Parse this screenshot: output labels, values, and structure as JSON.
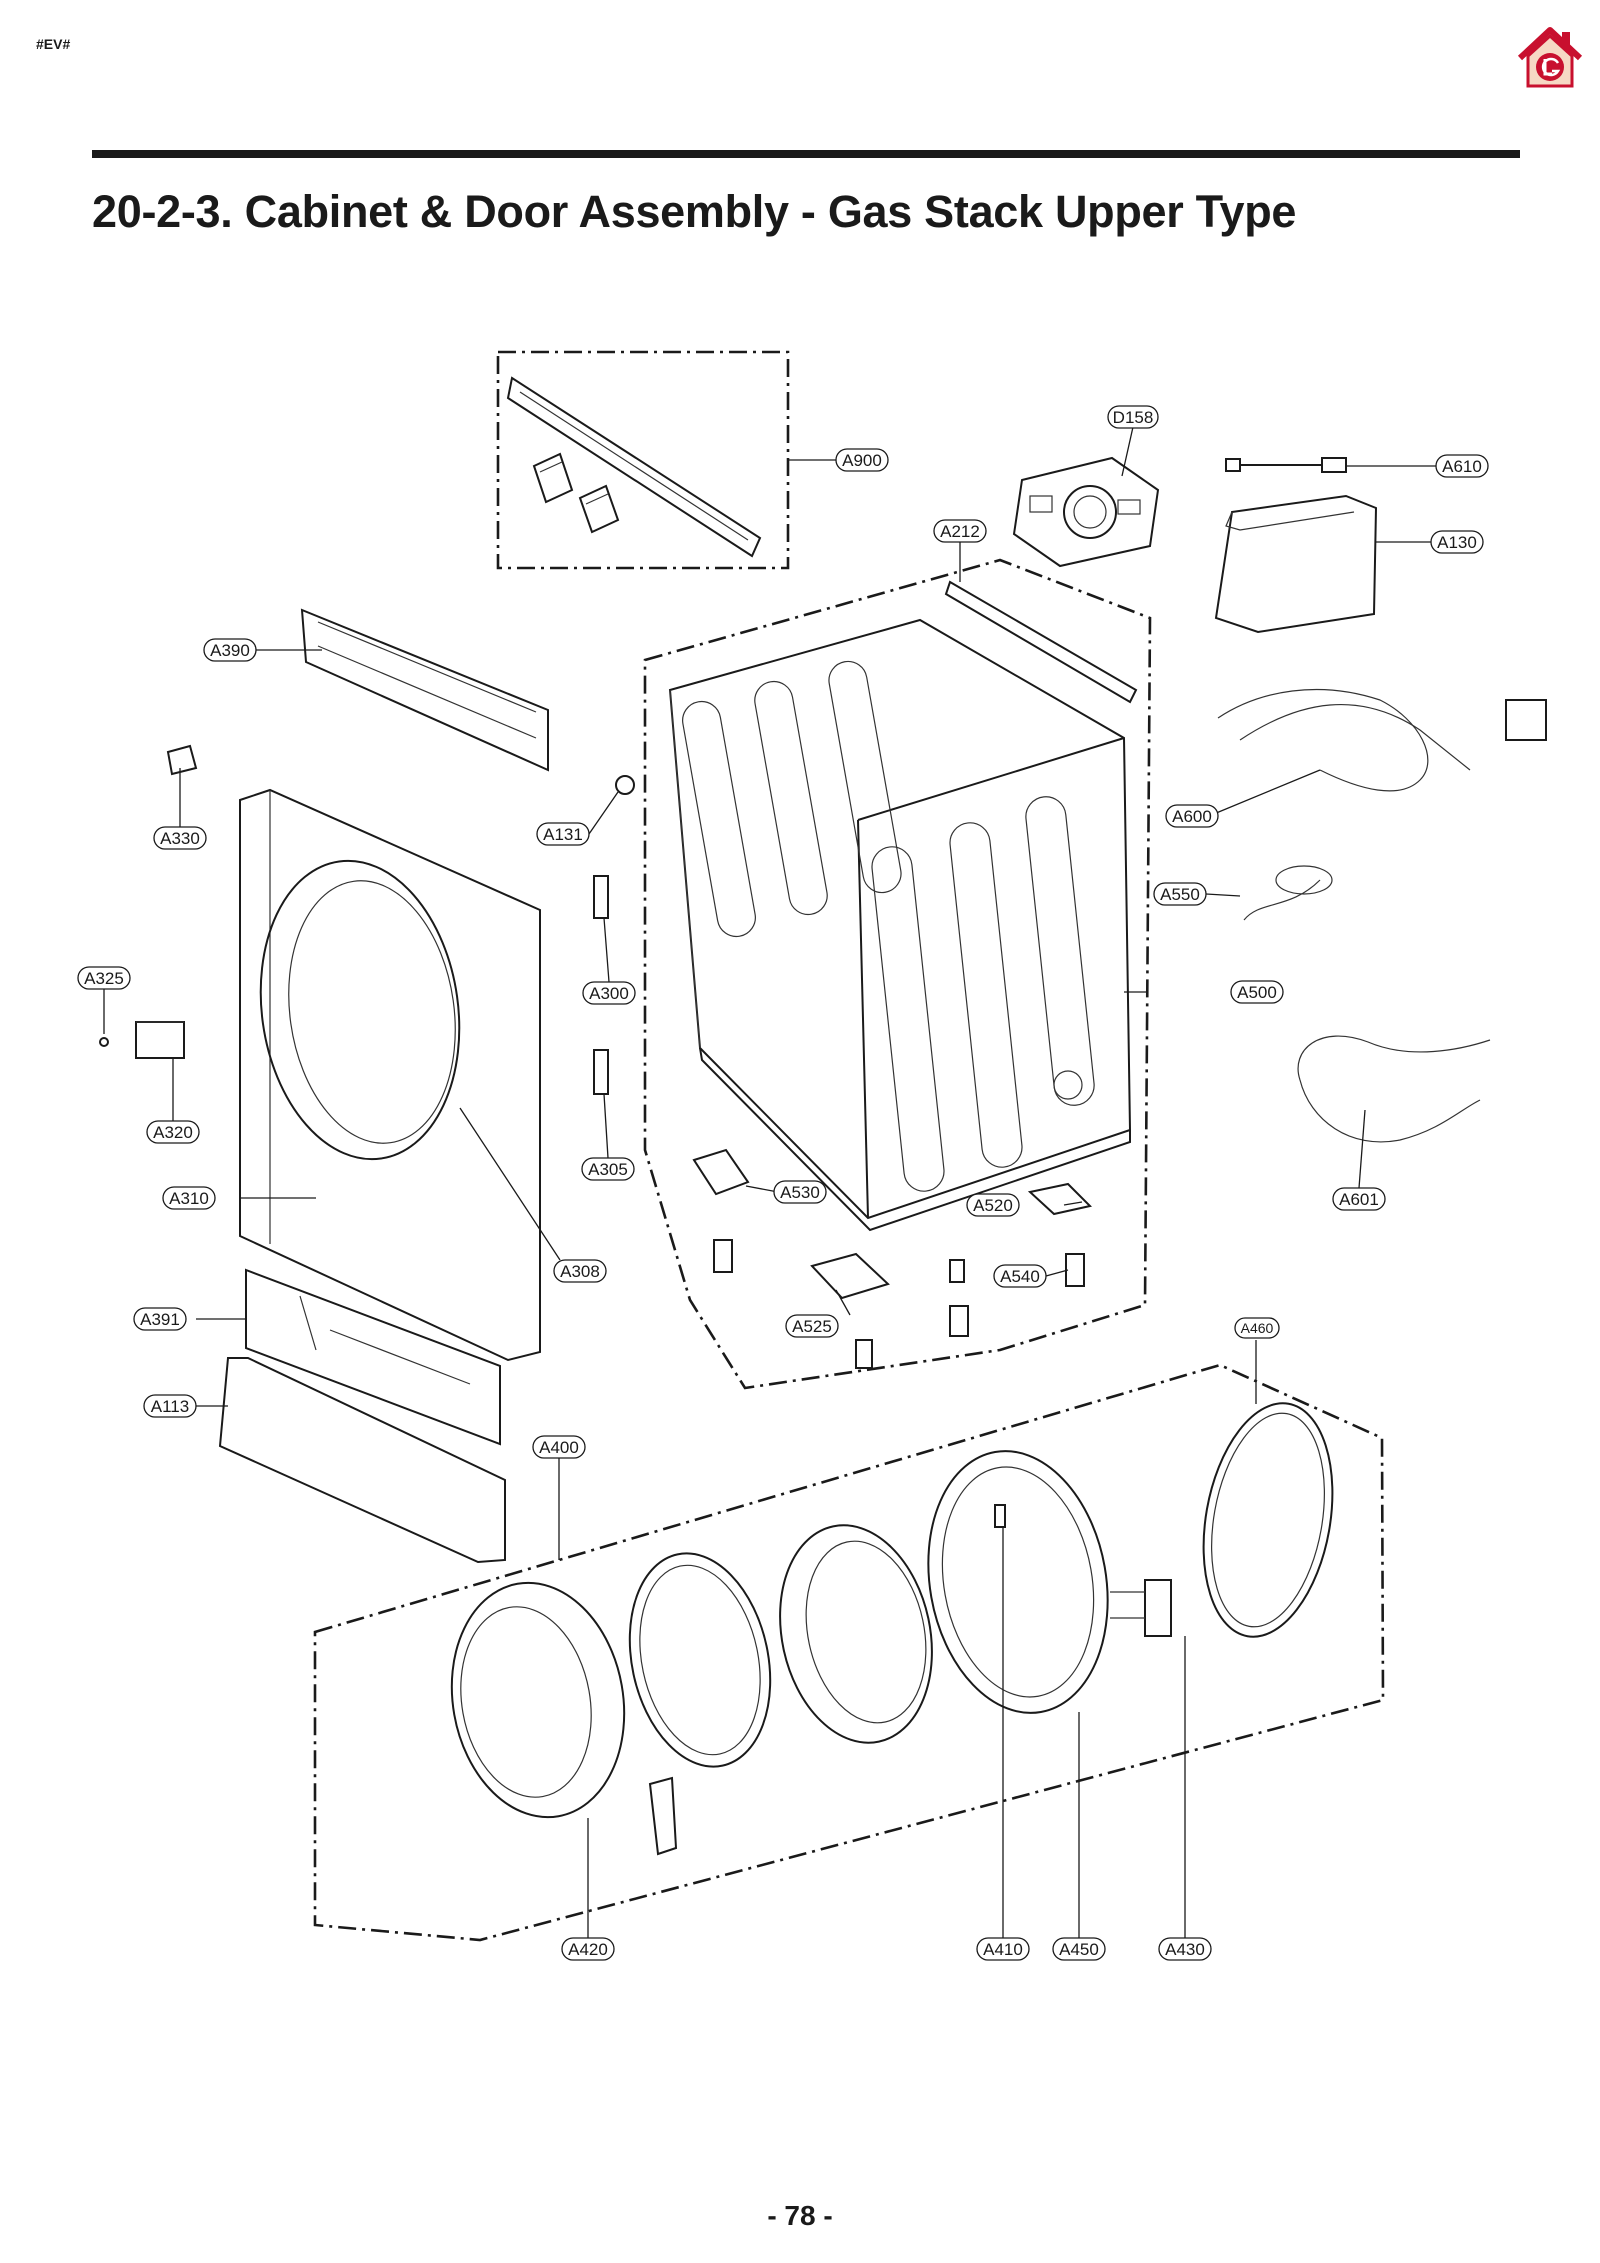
{
  "header": {
    "doc_code": "#EV#"
  },
  "title": "20-2-3. Cabinet & Door Assembly - Gas Stack Upper Type",
  "page_number": "- 78 -",
  "colors": {
    "logo_house": "#c8102e",
    "logo_fill": "#f6d9c4",
    "ink": "#1a1a1a"
  },
  "icons": {
    "logo": "lg-home-logo-icon"
  },
  "callouts": {
    "A900": "A900",
    "D158": "D158",
    "A610": "A610",
    "A212": "A212",
    "A130": "A130",
    "A390": "A390",
    "A600": "A600",
    "A330": "A330",
    "A131": "A131",
    "A550": "A550",
    "A325": "A325",
    "A300": "A300",
    "A500": "A500",
    "A320": "A320",
    "A305": "A305",
    "A310": "A310",
    "A530": "A530",
    "A520": "A520",
    "A601": "A601",
    "A308": "A308",
    "A540": "A540",
    "A391": "A391",
    "A525": "A525",
    "A460": "A460",
    "A113": "A113",
    "A400": "A400",
    "A420": "A420",
    "A410": "A410",
    "A450": "A450",
    "A430": "A430"
  }
}
